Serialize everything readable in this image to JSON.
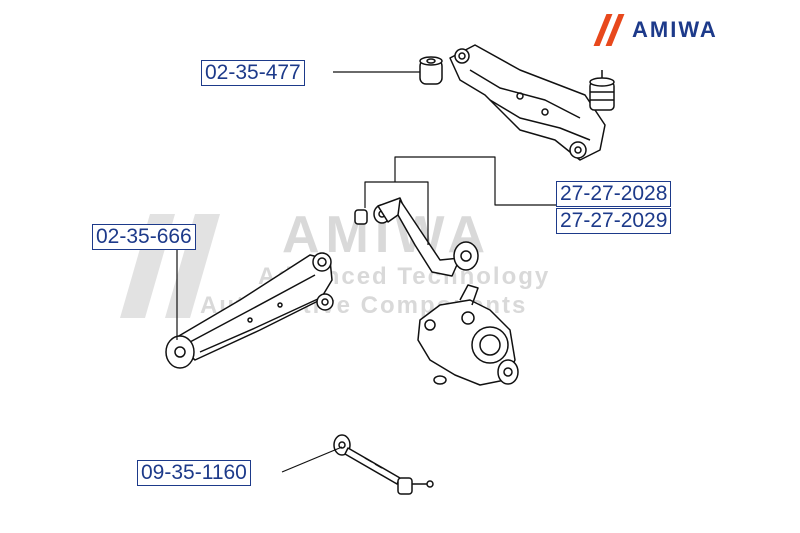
{
  "brand": {
    "name": "AMIWA",
    "slash_color": "#e8481c",
    "text_color": "#1d3a8a"
  },
  "watermark": {
    "brand": "AMIWA",
    "line1": "Advanced Technology",
    "line2": "Automotive Components"
  },
  "part_labels": [
    {
      "id": "02-35-477",
      "text": "02-35-477"
    },
    {
      "id": "27-27-2028",
      "text": "27-27-2028"
    },
    {
      "id": "27-27-2029",
      "text": "27-27-2029"
    },
    {
      "id": "02-35-666",
      "text": "02-35-666"
    },
    {
      "id": "09-35-1160",
      "text": "09-35-1160"
    }
  ],
  "colors": {
    "label_border": "#1d3a8a",
    "label_text": "#1d3a8a",
    "drawing_line": "#111111",
    "watermark": "#d9d9d9"
  }
}
